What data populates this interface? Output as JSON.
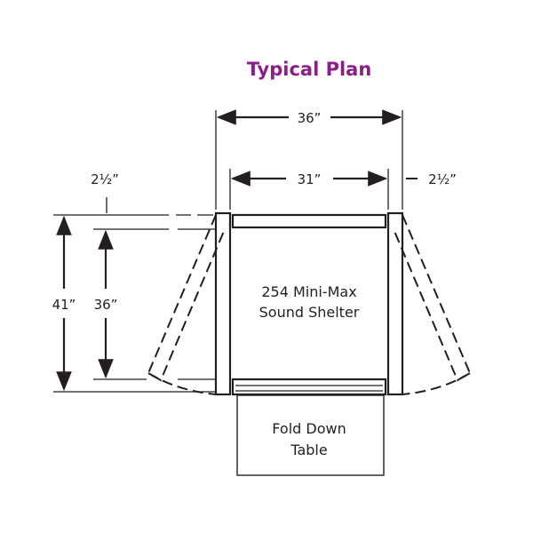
{
  "title": "Typical Plan",
  "colors": {
    "title": "#8b1e8b",
    "line": "#231f20"
  },
  "dimensions": {
    "overall_width": "36”",
    "inner_width": "31”",
    "left_panel": "2½”",
    "right_panel": "2½”",
    "overall_depth": "41”",
    "inner_depth": "36”"
  },
  "labels": {
    "booth_line1": "254 Mini-Max",
    "booth_line2": "Sound Shelter",
    "table_line1": "Fold Down",
    "table_line2": "Table"
  }
}
